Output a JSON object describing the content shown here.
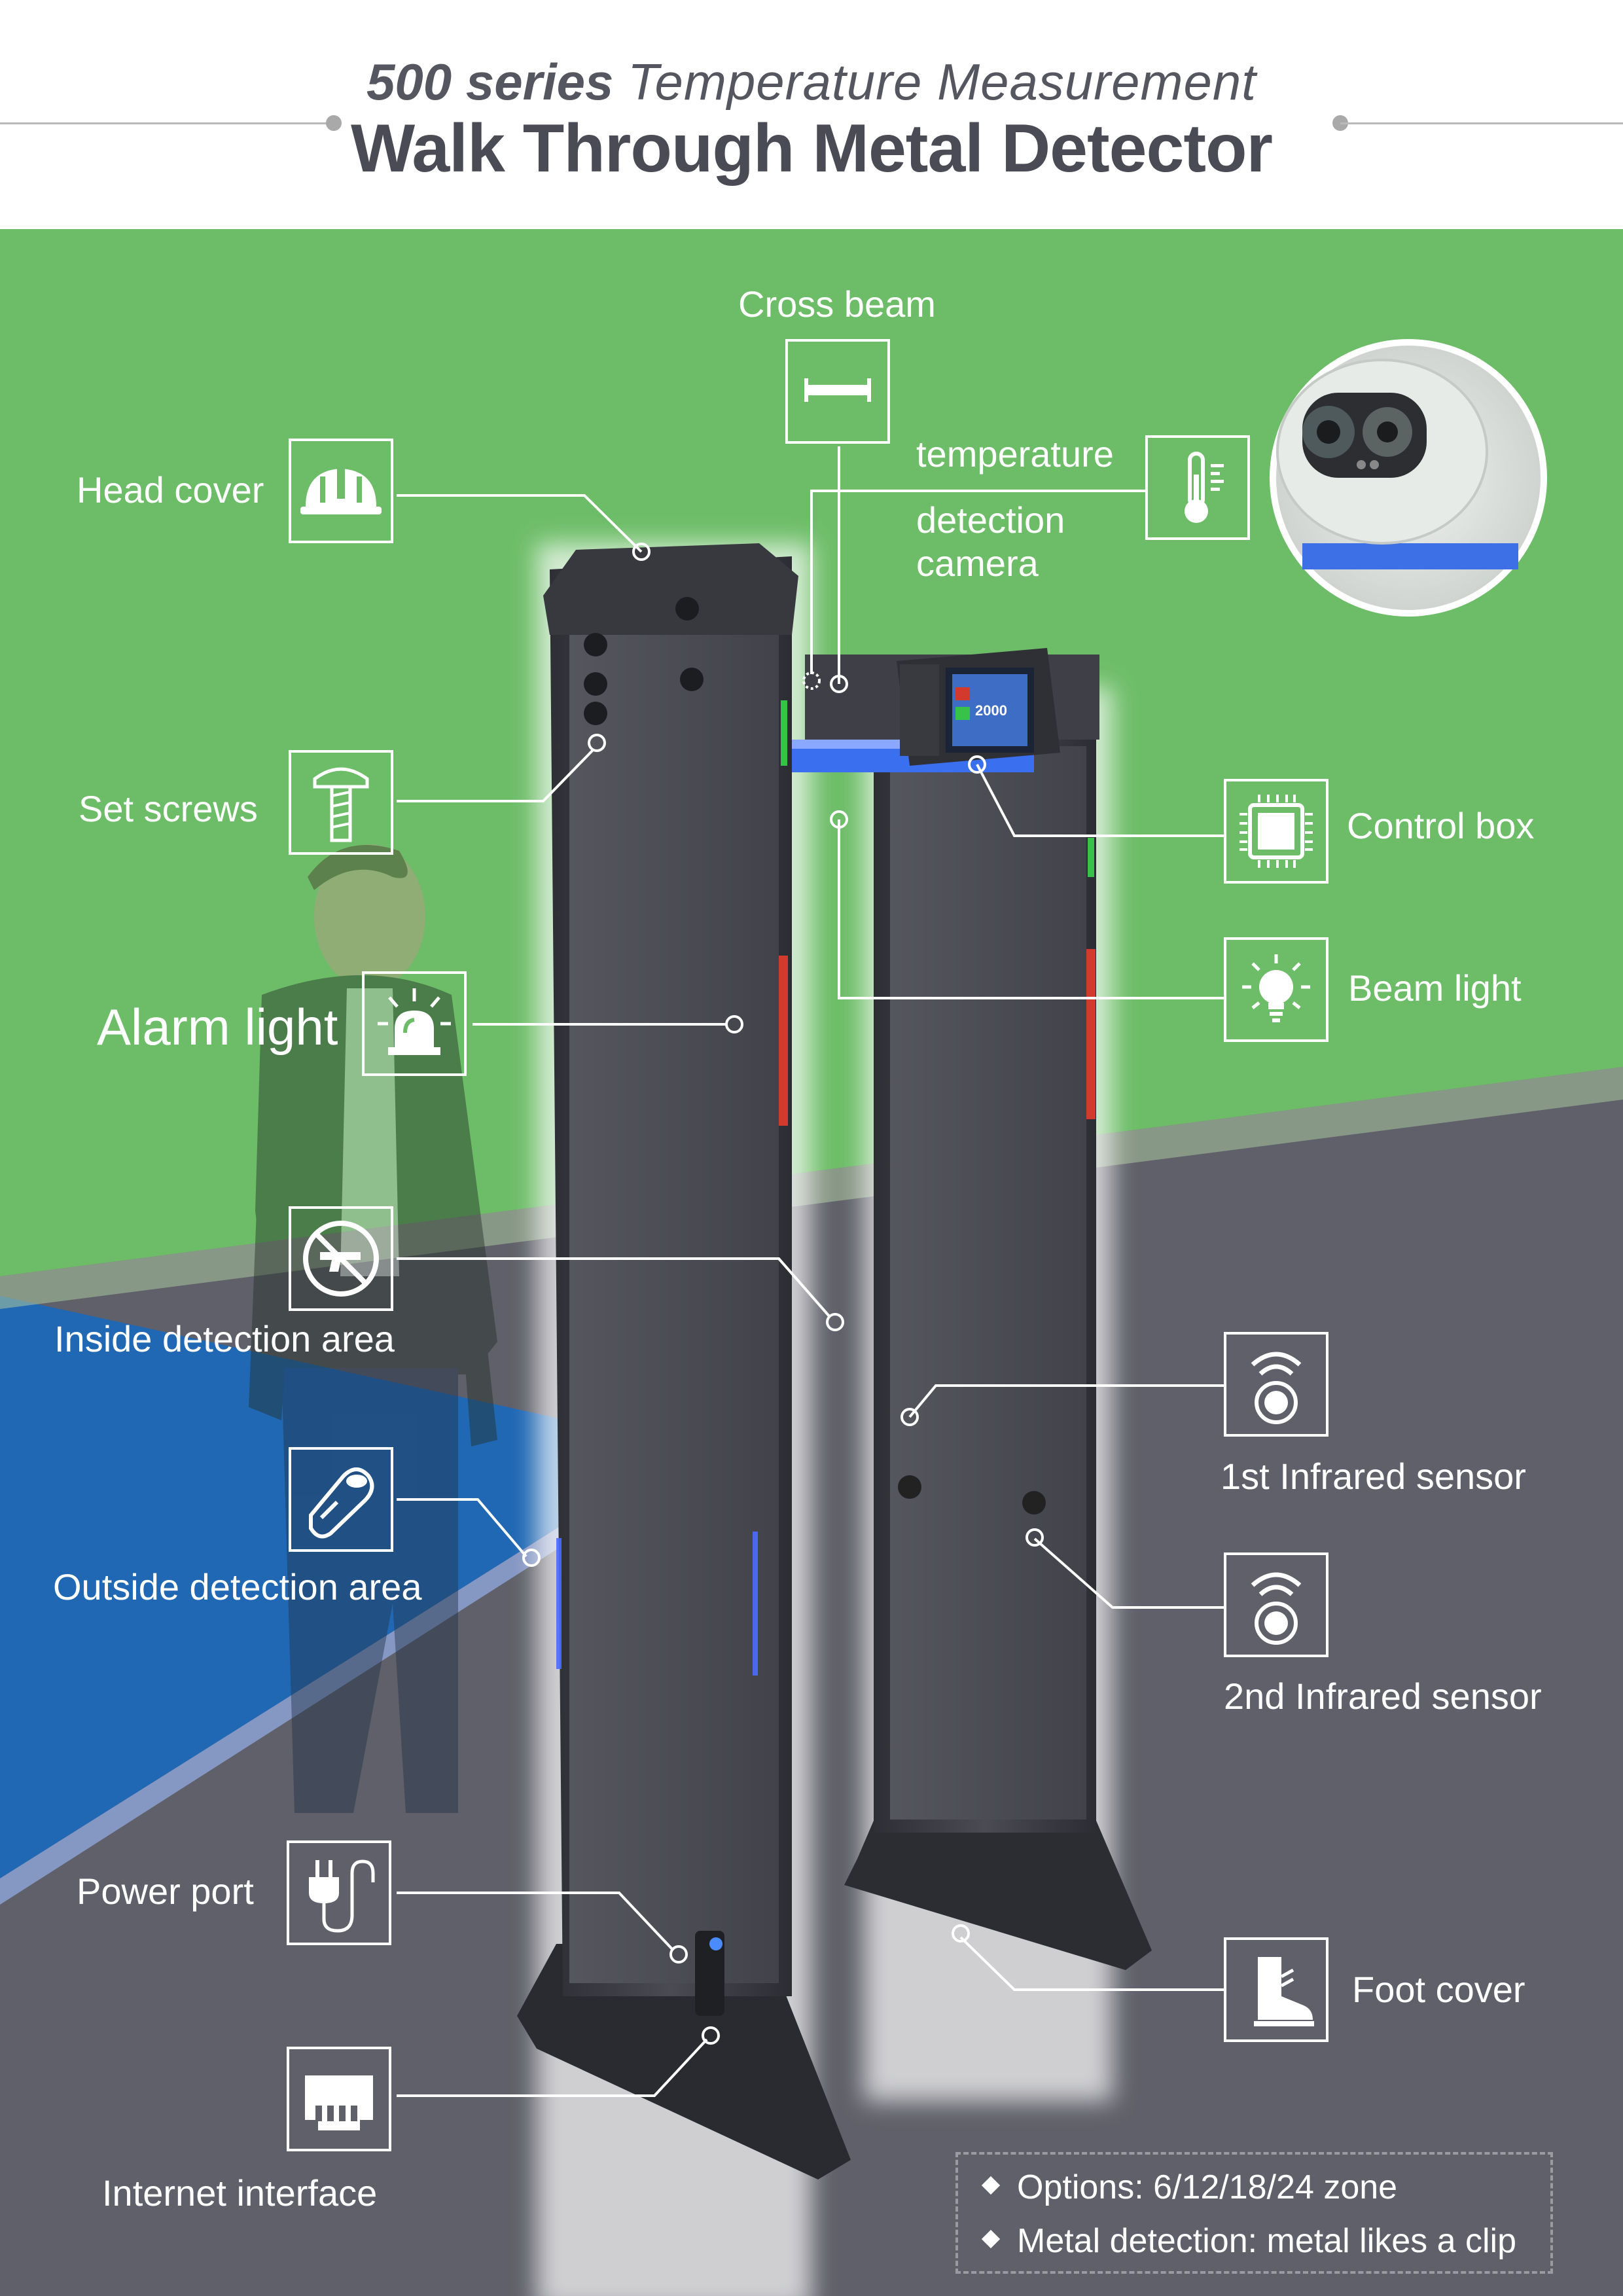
{
  "header": {
    "series": "500 series",
    "subtitle": "Temperature  Measurement",
    "title": "Walk Through Metal Detector"
  },
  "labels": {
    "cross_beam": "Cross beam",
    "temp_camera": [
      "temperature",
      "detection",
      "camera"
    ],
    "head_cover": "Head cover",
    "set_screws": "Set screws",
    "alarm_light": "Alarm light",
    "control_box": "Control box",
    "beam_light": "Beam light",
    "inside_detection": "Inside detection area",
    "outside_detection": "Outside detection area",
    "infrared_1": "1st Infrared sensor",
    "infrared_2": "2nd Infrared sensor",
    "power_port": "Power port",
    "internet_interface": "Internet interface",
    "foot_cover": "Foot cover"
  },
  "control_screen_reading": "2000",
  "options": [
    "Options: 6/12/18/24 zone",
    "Metal detection: metal likes a clip"
  ],
  "colors": {
    "green_bg": "#6dbd68",
    "blue_bg": "#2068b4",
    "gray_bg": "#5f6069",
    "frame": "#3b3c43",
    "alarm_red": "#d23a2e",
    "beam_blue": "#3a6ff0"
  },
  "icons": {
    "cross_beam": "cross-beam-icon",
    "head_cover": "helmet-icon",
    "set_screws": "screw-icon",
    "alarm_light": "siren-icon",
    "temperature": "thermometer-icon",
    "control_box": "chip-icon",
    "beam_light": "lightbulb-icon",
    "inside_detection": "no-gun-icon",
    "outside_detection": "handheld-scanner-icon",
    "infrared": "wifi-sensor-icon",
    "power_port": "power-plug-icon",
    "internet": "ethernet-port-icon",
    "foot_cover": "boot-icon"
  }
}
